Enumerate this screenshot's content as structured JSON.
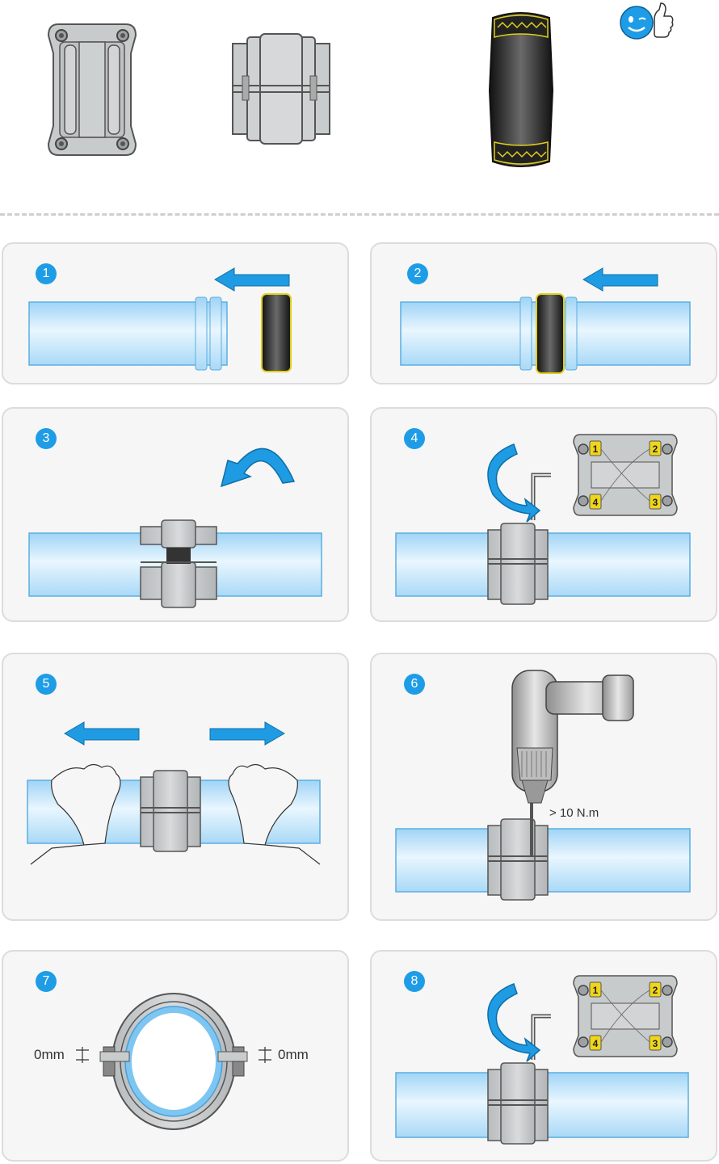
{
  "steps": [
    "1",
    "2",
    "3",
    "4",
    "5",
    "6",
    "7",
    "8"
  ],
  "bolt_numbers": [
    "1",
    "2",
    "3",
    "4"
  ],
  "torque_label": "> 10 N.m",
  "gap_left_label": "0mm",
  "gap_right_label": "0mm",
  "colors": {
    "pipe": "#bfe4fb",
    "pipe_edge": "#5aaee0",
    "clamp": "#c9cccd",
    "clamp_edge": "#5a5f62",
    "arrow": "#1f9be4",
    "arrow_dark": "#0d6fa8",
    "gasket": "#2a2a2a",
    "gasket_accent": "#e8d21a",
    "step_badge": "#1e9de6"
  }
}
